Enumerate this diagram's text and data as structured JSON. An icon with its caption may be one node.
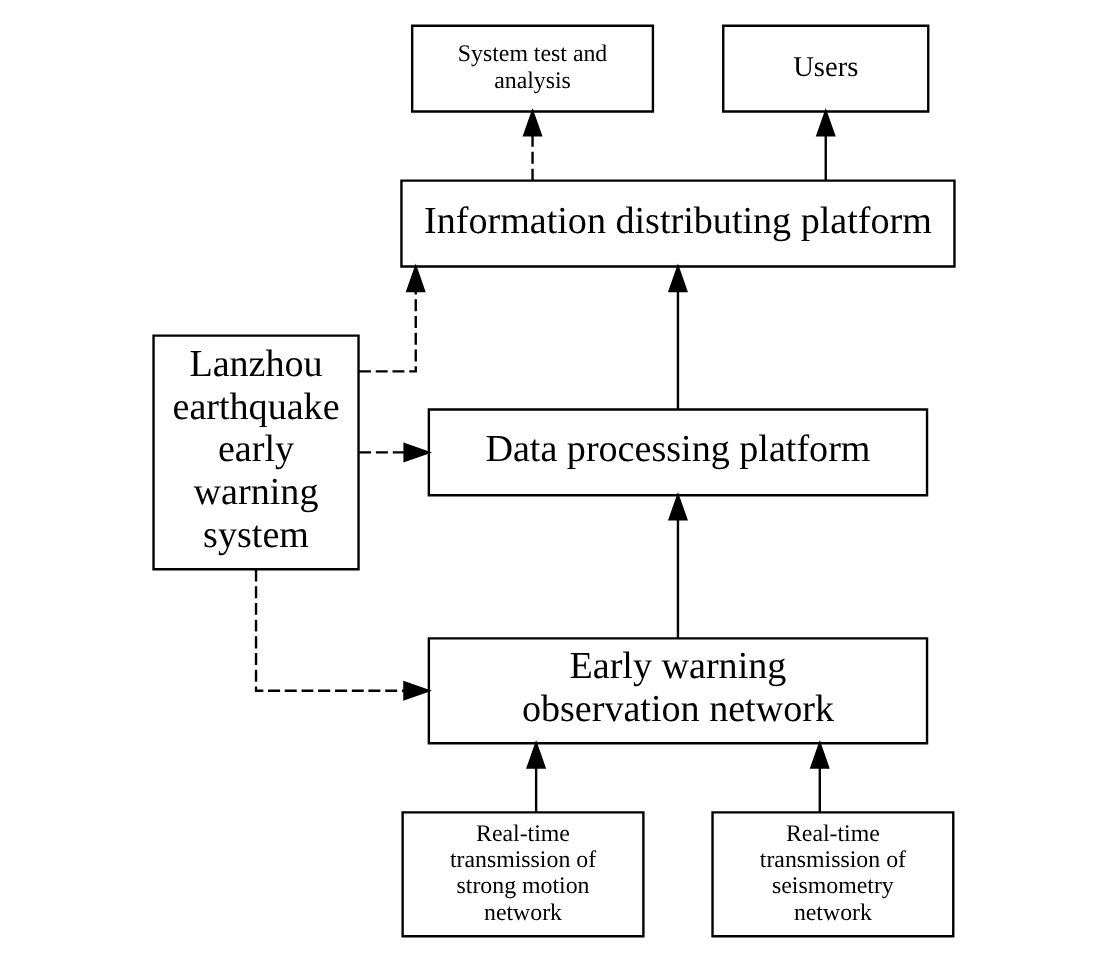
{
  "diagram": {
    "nodes": [
      {
        "text": [
          "Lanzhou earthquake early warning system"
        ]
      },
      {
        "text": [
          "System test and analysis"
        ]
      },
      {
        "text": [
          "Users"
        ]
      },
      {
        "text": [
          "Information distributing platform"
        ]
      },
      {
        "text": [
          "Data processing platform"
        ]
      },
      {
        "text": [
          "Early warning observation network"
        ]
      },
      {
        "text": [
          "Real-time transmission of strong motion network"
        ]
      },
      {
        "text": [
          "Real-time transmission of seismometry network"
        ]
      }
    ],
    "edges": [
      {
        "from": 0,
        "to": 3,
        "arrow": "to",
        "style": "dashed"
      },
      {
        "from": 0,
        "to": 4,
        "arrow": "to",
        "style": "dashed"
      },
      {
        "from": 0,
        "to": 5,
        "arrow": "to",
        "style": "dashed"
      },
      {
        "from": 3,
        "to": 1,
        "arrow": "to",
        "style": "dashed"
      },
      {
        "from": 3,
        "to": 2,
        "arrow": "to"
      },
      {
        "from": 4,
        "to": 3,
        "arrow": "to"
      },
      {
        "from": 5,
        "to": 4,
        "arrow": "to"
      },
      {
        "from": 6,
        "to": 5,
        "arrow": "to"
      },
      {
        "from": 7,
        "to": 5,
        "arrow": "to"
      }
    ]
  }
}
